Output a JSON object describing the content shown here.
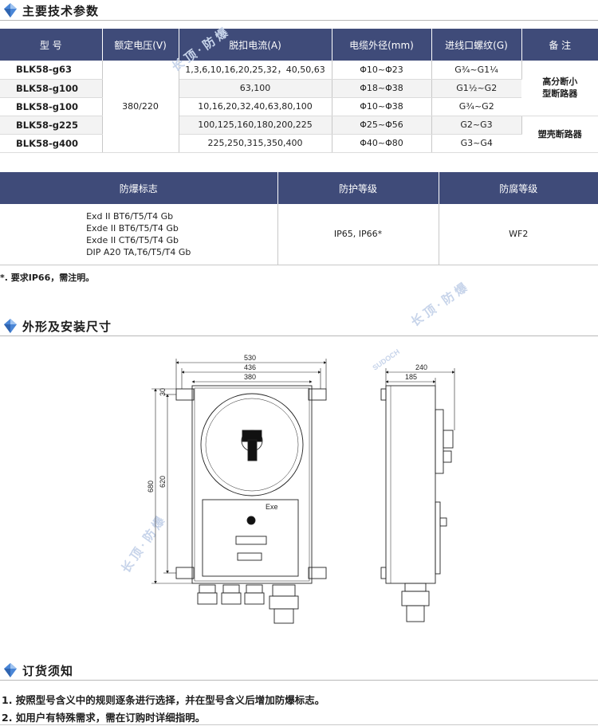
{
  "sections": {
    "specs": "主要技术参数",
    "dimensions": "外形及安装尺寸",
    "ordering": "订货须知"
  },
  "spec_table": {
    "headers": [
      "型  号",
      "额定电压(V)",
      "脱扣电流(A)",
      "电缆外径(mm)",
      "进线口螺纹(G)",
      "备  注"
    ],
    "voltage": "380/220",
    "rows": [
      {
        "model": "BLK58-g63",
        "current": "1,3,6,10,16,20,25,32，40,50,63",
        "cable": "Φ10~Φ23",
        "thread": "G¾~G1¼"
      },
      {
        "model": "BLK58-g100",
        "current": "63,100",
        "cable": "Φ18~Φ38",
        "thread": "G1½~G2"
      },
      {
        "model": "BLK58-g100",
        "current": "10,16,20,32,40,63,80,100",
        "cable": "Φ10~Φ38",
        "thread": "G¾~G2"
      },
      {
        "model": "BLK58-g225",
        "current": "100,125,160,180,200,225",
        "cable": "Φ25~Φ56",
        "thread": "G2~G3"
      },
      {
        "model": "BLK58-g400",
        "current": "225,250,315,350,400",
        "cable": "Φ40~Φ80",
        "thread": "G3~G4"
      }
    ],
    "remark_1": [
      "高分断小",
      "型断路器"
    ],
    "remark_2": "塑壳断路器"
  },
  "protection_table": {
    "headers": [
      "防爆标志",
      "防护等级",
      "防腐等级"
    ],
    "ex_marks": [
      "Exd II BT6/T5/T4 Gb",
      "Exde II BT6/T5/T4 Gb",
      "Exde II CT6/T5/T4 Gb",
      "DIP A20 TA,T6/T5/T4 Gb"
    ],
    "ip": "IP65, IP66*",
    "wf": "WF2"
  },
  "note": "*. 要求IP66，需注明。",
  "drawing": {
    "dims": {
      "w530": "530",
      "w436": "436",
      "w380": "380",
      "h30": "30",
      "h680": "680",
      "h620": "620",
      "d240": "240",
      "d185": "185"
    },
    "panel_label": "Exe"
  },
  "ordering": [
    "1. 按照型号含义中的规则逐条进行选择，并在型号含义后增加防爆标志。",
    "2. 如用户有特殊需求，需在订购时详细指明。"
  ],
  "watermark": {
    "brand": "长 顶 · 防 爆",
    "latin": "SUDOCH"
  },
  "colors": {
    "header_bg": "#3f4b79",
    "diamond": "#4a86d6"
  }
}
